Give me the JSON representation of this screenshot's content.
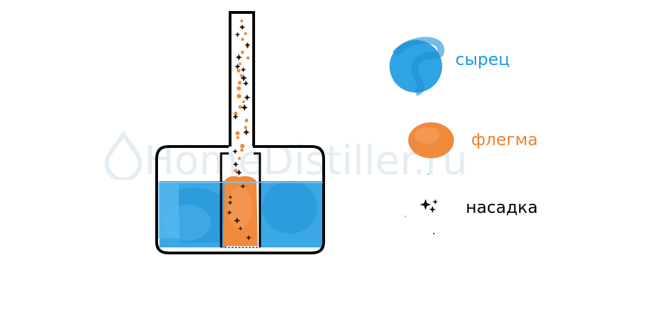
{
  "watermark": "HomeDistiller.ru",
  "legend": {
    "raw": {
      "label": "сырец",
      "color": "#2fa3e3",
      "text_color": "#1a9bd8"
    },
    "phlegm": {
      "label": "флегма",
      "color": "#f08a3c",
      "text_color": "#ee8230"
    },
    "packing": {
      "label": "насадка",
      "icon": "sparkle-icon",
      "text_color": "#000000"
    }
  },
  "colors": {
    "outline": "#000000",
    "liquid": "#2fa3e3",
    "phlegm": "#f08a3c"
  }
}
